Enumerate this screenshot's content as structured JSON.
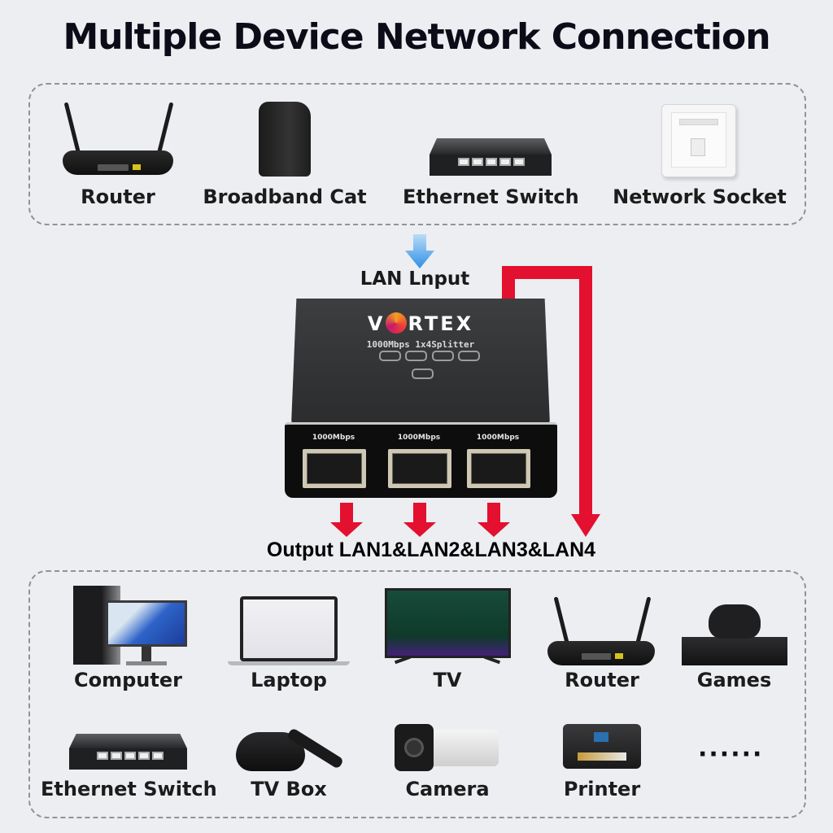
{
  "title": "Multiple Device Network Connection",
  "input_sources": {
    "items": [
      {
        "label": "Router",
        "icon": "router-icon"
      },
      {
        "label": "Broadband Cat",
        "icon": "modem-icon"
      },
      {
        "label": "Ethernet Switch",
        "icon": "ethernet-switch-icon"
      },
      {
        "label": "Network Socket",
        "icon": "network-socket-icon"
      }
    ]
  },
  "splitter": {
    "input_label": "LAN Lnput",
    "brand": {
      "prefix": "V",
      "suffix": "RTEX"
    },
    "spec_text": "1000Mbps 1x4Splitter",
    "port_labels": [
      "1000Mbps",
      "1000Mbps",
      "1000Mbps"
    ],
    "output_label": "Output LAN1&LAN2&LAN3&LAN4"
  },
  "colors": {
    "input_arrow": "#2f8fe6",
    "output_arrow": "#e3102f",
    "background": "#eceef1"
  },
  "output_devices": {
    "items": [
      {
        "label": "Computer",
        "icon": "computer-icon"
      },
      {
        "label": "Laptop",
        "icon": "laptop-icon"
      },
      {
        "label": "TV",
        "icon": "tv-icon"
      },
      {
        "label": "Router",
        "icon": "router-icon"
      },
      {
        "label": "Games",
        "icon": "game-console-icon"
      },
      {
        "label": "Ethernet Switch",
        "icon": "ethernet-switch-icon"
      },
      {
        "label": "TV Box",
        "icon": "tv-box-icon"
      },
      {
        "label": "Camera",
        "icon": "camera-icon"
      },
      {
        "label": "Printer",
        "icon": "printer-icon"
      }
    ],
    "more": "······"
  }
}
